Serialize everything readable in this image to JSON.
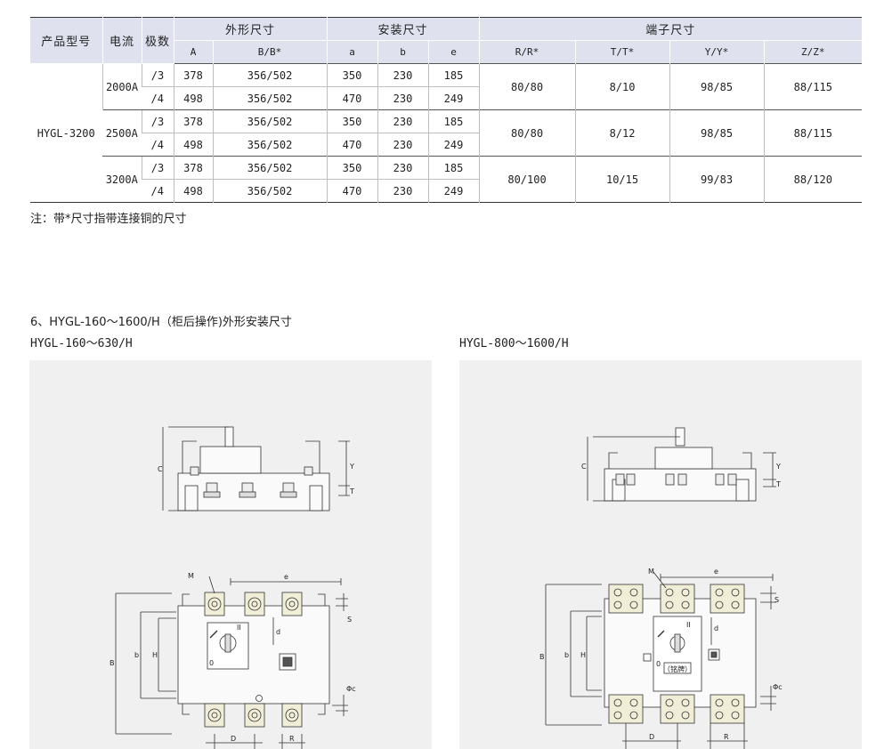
{
  "table": {
    "headers": {
      "model": "产品型号",
      "current": "电流",
      "poles": "极数",
      "outline": "外形尺寸",
      "mounting": "安装尺寸",
      "terminal": "端子尺寸",
      "sub": [
        "A",
        "B/B*",
        "a",
        "b",
        "e",
        "R/R*",
        "T/T*",
        "Y/Y*",
        "Z/Z*"
      ]
    },
    "model": "HYGL-3200",
    "groups": [
      {
        "current": "2000A",
        "rows": [
          {
            "poles": "/3",
            "A": "378",
            "B": "356/502",
            "a": "350",
            "b": "230",
            "e": "185"
          },
          {
            "poles": "/4",
            "A": "498",
            "B": "356/502",
            "a": "470",
            "b": "230",
            "e": "249"
          }
        ],
        "R": "80/80",
        "T": "8/10",
        "Y": "98/85",
        "Z": "88/115"
      },
      {
        "current": "2500A",
        "rows": [
          {
            "poles": "/3",
            "A": "378",
            "B": "356/502",
            "a": "350",
            "b": "230",
            "e": "185"
          },
          {
            "poles": "/4",
            "A": "498",
            "B": "356/502",
            "a": "470",
            "b": "230",
            "e": "249"
          }
        ],
        "R": "80/80",
        "T": "8/12",
        "Y": "98/85",
        "Z": "88/115"
      },
      {
        "current": "3200A",
        "rows": [
          {
            "poles": "/3",
            "A": "378",
            "B": "356/502",
            "a": "350",
            "b": "230",
            "e": "185"
          },
          {
            "poles": "/4",
            "A": "498",
            "B": "356/502",
            "a": "470",
            "b": "230",
            "e": "249"
          }
        ],
        "R": "80/100",
        "T": "10/15",
        "Y": "99/83",
        "Z": "88/120"
      }
    ]
  },
  "note": "注：带*尺寸指带连接铜的尺寸",
  "section_title": "6、HYGL-160～1600/H（柜后操作)外形安装尺寸",
  "diagram_left": {
    "title": "HYGL-160～630/H",
    "labels": {
      "C": "C",
      "Y": "Y",
      "T": "T",
      "M": "M",
      "e": "e",
      "d": "d",
      "S": "S",
      "B": "B",
      "b": "b",
      "H": "H",
      "phic": "Φc",
      "D": "D",
      "R": "R",
      "switch_on": "II",
      "switch_off": "0"
    }
  },
  "diagram_right": {
    "title": "HYGL-800～1600/H",
    "labels": {
      "C": "C",
      "Y": "Y",
      "T": "T",
      "M": "M",
      "e": "e",
      "d": "d",
      "S": "S",
      "B": "B",
      "b": "b",
      "H": "H",
      "phic": "Φc",
      "D": "D",
      "R": "R",
      "switch_on": "II",
      "switch_off": "0",
      "nameplate": "（铭牌）"
    }
  }
}
